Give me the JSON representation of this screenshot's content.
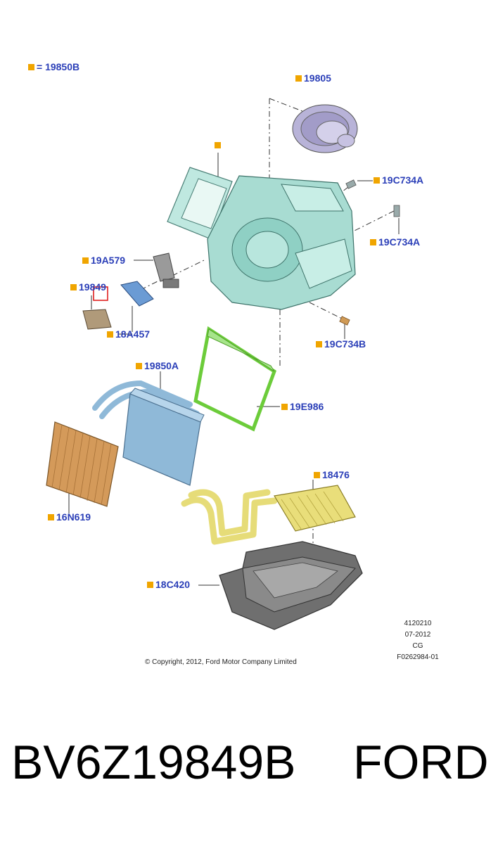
{
  "colors": {
    "callout_square": "#f0a500",
    "label_text": "#2b3fb8",
    "highlight_box": "#e02020"
  },
  "legend": {
    "equals": "= 19850B"
  },
  "callouts": {
    "c19805": "19805",
    "c19c734a_1": "19C734A",
    "c19c734a_2": "19C734A",
    "c19a579": "19A579",
    "c19849": "19849",
    "c18a457": "18A457",
    "c19c734b": "19C734B",
    "c19850a": "19850A",
    "c19e986": "19E986",
    "c16n619": "16N619",
    "c18476": "18476",
    "c18c420": "18C420"
  },
  "copyright": "© Copyright, 2012, Ford Motor Company Limited",
  "drawing_info": {
    "line1": "4120210",
    "line2": "07-2012",
    "line3": "CG",
    "line4": "F0262984-01"
  },
  "footer": {
    "part_number": "BV6Z19849B",
    "brand": "FORD"
  }
}
